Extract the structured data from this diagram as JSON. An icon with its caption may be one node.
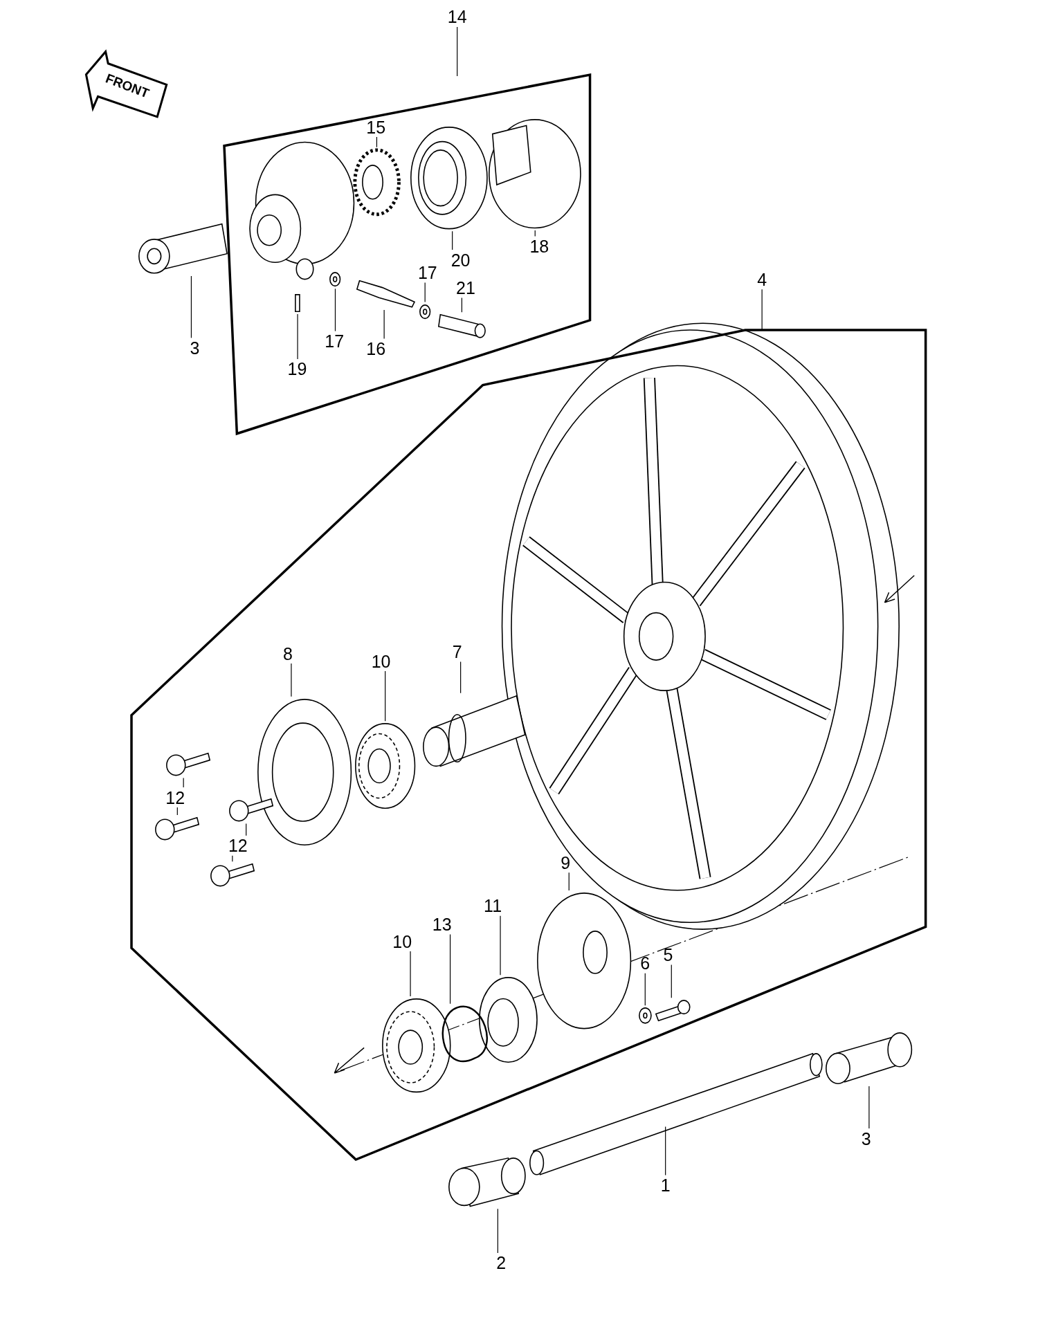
{
  "diagram": {
    "nodes": [
      {
        "text": [],
        "shape": "box"
      },
      {
        "text": [
          "14"
        ]
      },
      {
        "text": [
          "15"
        ],
        "in": 0
      },
      {
        "text": [
          "20"
        ],
        "in": 0
      },
      {
        "text": [
          "18"
        ],
        "in": 0
      },
      {
        "text": [
          "17"
        ],
        "in": 0
      },
      {
        "text": [
          "21"
        ],
        "in": 0
      },
      {
        "text": [
          "17"
        ],
        "in": 0
      },
      {
        "text": [
          "16"
        ],
        "in": 0
      },
      {
        "text": [
          "19"
        ],
        "in": 0
      },
      {
        "text": [
          "3"
        ]
      },
      {
        "text": [],
        "shape": "box"
      },
      {
        "text": [
          "4"
        ]
      },
      {
        "text": [
          "8"
        ],
        "in": 11
      },
      {
        "text": [
          "10"
        ],
        "in": 11
      },
      {
        "text": [
          "7"
        ],
        "in": 11
      },
      {
        "text": [
          "12"
        ],
        "in": 11
      },
      {
        "text": [
          "12"
        ],
        "in": 11
      },
      {
        "text": [
          "9"
        ],
        "in": 11
      },
      {
        "text": [
          "11"
        ],
        "in": 11
      },
      {
        "text": [
          "13"
        ],
        "in": 11
      },
      {
        "text": [
          "10"
        ],
        "in": 11
      },
      {
        "text": [
          "6"
        ],
        "in": 11
      },
      {
        "text": [
          "5"
        ],
        "in": 11
      },
      {
        "text": [
          "3"
        ]
      },
      {
        "text": [
          "1"
        ]
      },
      {
        "text": [
          "2"
        ]
      },
      {
        "text": [],
        "shape": "picture"
      },
      {
        "text": [],
        "shape": "picture",
        "in": 0
      },
      {
        "text": [],
        "shape": "picture",
        "in": 0
      },
      {
        "text": [],
        "shape": "picture",
        "in": 0
      },
      {
        "text": [],
        "shape": "bar",
        "in": 0
      },
      {
        "text": [],
        "shape": "picture",
        "in": 0
      },
      {
        "text": [],
        "shape": "picture",
        "in": 0
      },
      {
        "text": [],
        "shape": "picture",
        "in": 0
      },
      {
        "text": [],
        "shape": "cylinder",
        "in": 0
      },
      {
        "text": [],
        "shape": "picture",
        "in": 11
      },
      {
        "text": [],
        "shape": "picture",
        "in": 11
      },
      {
        "text": [],
        "shape": "picture",
        "in": 11
      },
      {
        "text": [],
        "shape": "picture",
        "in": 11
      },
      {
        "text": [],
        "shape": "picture",
        "in": 11
      },
      {
        "text": [],
        "shape": "picture",
        "in": 11
      },
      {
        "text": [],
        "shape": "picture",
        "in": 11
      },
      {
        "text": [],
        "shape": "picture",
        "in": 11
      },
      {
        "text": [],
        "shape": "picture",
        "in": 11
      },
      {
        "text": [],
        "shape": "picture",
        "in": 11
      },
      {
        "text": [],
        "shape": "picture",
        "in": 11
      },
      {
        "text": [],
        "shape": "picture",
        "in": 11
      },
      {
        "text": [],
        "shape": "picture",
        "in": 11
      },
      {
        "text": [],
        "shape": "picture"
      },
      {
        "text": [],
        "shape": "bar"
      },
      {
        "text": [],
        "shape": "picture"
      },
      {
        "text": [
          "FRONT"
        ]
      }
    ],
    "edges": [
      {
        "from": 1,
        "to": 0,
        "arrow": "none"
      },
      {
        "from": 2,
        "to": 28,
        "arrow": "none"
      },
      {
        "from": 3,
        "to": 29,
        "arrow": "none"
      },
      {
        "from": 4,
        "to": 30,
        "arrow": "none"
      },
      {
        "from": 5,
        "to": 34,
        "arrow": "none"
      },
      {
        "from": 6,
        "to": 35,
        "arrow": "none"
      },
      {
        "from": 7,
        "to": 32,
        "arrow": "none"
      },
      {
        "from": 8,
        "to": 33,
        "arrow": "none"
      },
      {
        "from": 9,
        "to": 31,
        "arrow": "none"
      },
      {
        "from": 10,
        "to": 27,
        "arrow": "none"
      },
      {
        "from": 12,
        "to": 11,
        "arrow": "none"
      },
      {
        "from": 13,
        "to": 36,
        "arrow": "none"
      },
      {
        "from": 14,
        "to": 37,
        "arrow": "none"
      },
      {
        "from": 15,
        "to": 38,
        "arrow": "none"
      },
      {
        "from": 16,
        "to": 39,
        "arrow": "none"
      },
      {
        "from": 16,
        "to": 40,
        "arrow": "none"
      },
      {
        "from": 17,
        "to": 41,
        "arrow": "none"
      },
      {
        "from": 17,
        "to": 42,
        "arrow": "none"
      },
      {
        "from": 18,
        "to": 43,
        "arrow": "none"
      },
      {
        "from": 19,
        "to": 44,
        "arrow": "none"
      },
      {
        "from": 20,
        "to": 45,
        "arrow": "none"
      },
      {
        "from": 21,
        "to": 46,
        "arrow": "none"
      },
      {
        "from": 22,
        "to": 47,
        "arrow": "none"
      },
      {
        "from": 23,
        "to": 48,
        "arrow": "none"
      },
      {
        "from": 24,
        "to": 49,
        "arrow": "none"
      },
      {
        "from": 25,
        "to": 50,
        "arrow": "none"
      },
      {
        "from": 26,
        "to": 51,
        "arrow": "none"
      }
    ]
  }
}
